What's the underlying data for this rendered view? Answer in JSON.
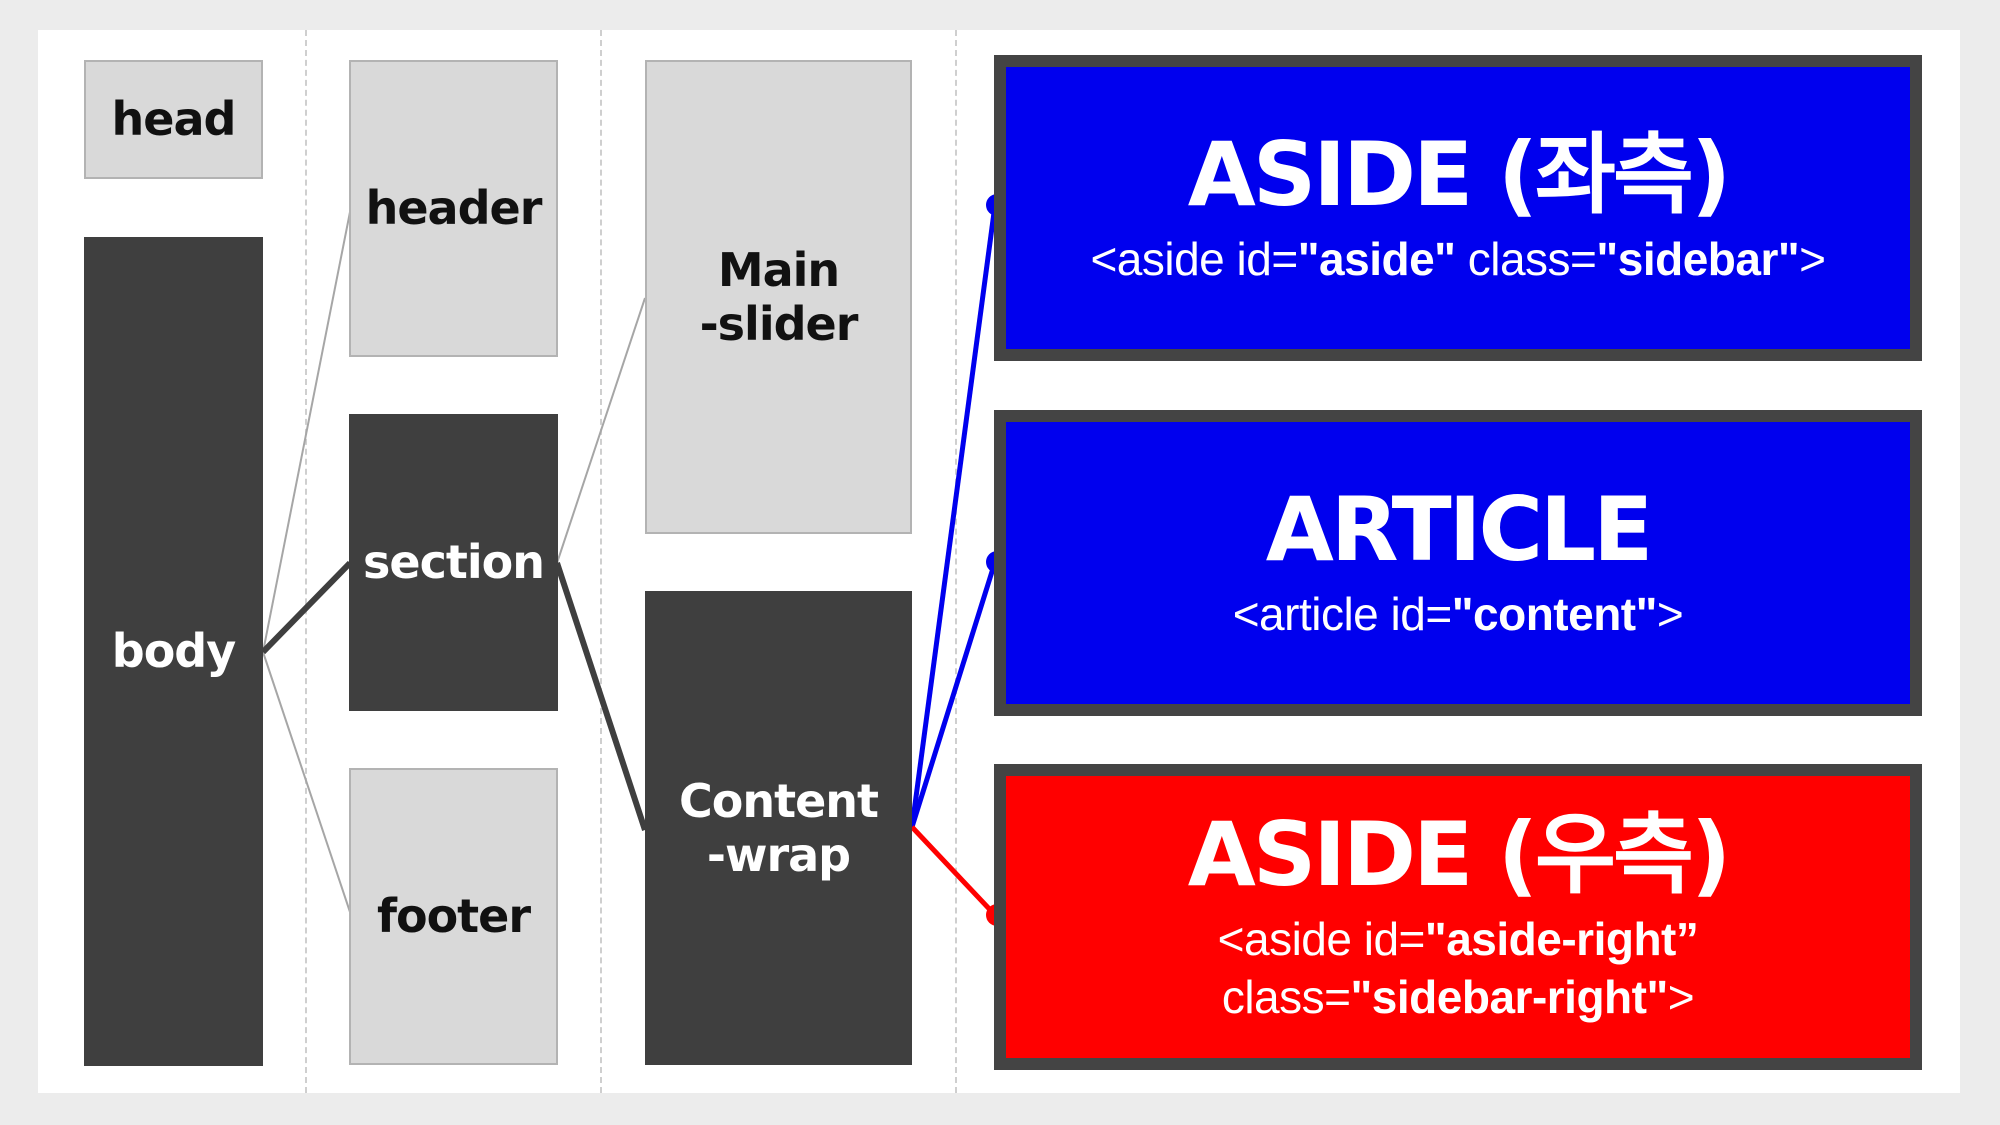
{
  "nodes": {
    "head": "head",
    "body": "body",
    "header": "header",
    "section": "section",
    "footer": "footer",
    "main_slider": "Main\n-slider",
    "content_wrap": "Content\n-wrap"
  },
  "panels": {
    "aside_left": {
      "title": "ASIDE (좌측)",
      "code_open": "<aside id=",
      "id_value": "\"aside\"",
      "class_attr": " class=",
      "class_value": "\"sidebar\"",
      "code_close": ">",
      "color": "#0000ee"
    },
    "article": {
      "title": "ARTICLE",
      "code_open": "<article id=",
      "id_value": "\"content\"",
      "code_close": ">",
      "color": "#0000ee"
    },
    "aside_right": {
      "title": "ASIDE (우측)",
      "code_open": "<aside id=",
      "id_value": "\"aside-right”",
      "class_attr": "class=",
      "class_value": "\"sidebar-right\"",
      "code_close": ">",
      "color": "#ff0000"
    }
  },
  "colors": {
    "dark_box": "#3f3f3f",
    "light_box": "#d9d9d9",
    "blue_connector": "#0000ee",
    "red_connector": "#ff0000"
  }
}
